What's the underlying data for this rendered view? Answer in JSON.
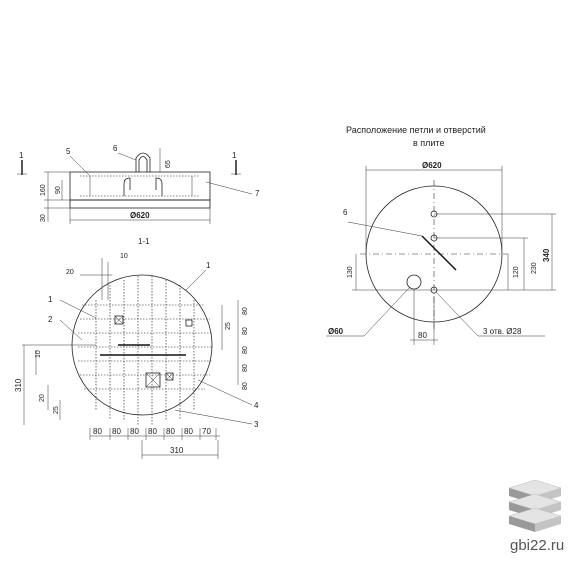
{
  "section_view": {
    "callout_5": "5",
    "callout_6": "6",
    "callout_7": "7",
    "dim_65": "65",
    "dim_160": "160",
    "dim_90": "90",
    "dim_30": "30",
    "dim_diameter": "Ø620",
    "section_mark": "1",
    "section_title": "1-1"
  },
  "plan_view": {
    "callouts": [
      "1",
      "1",
      "2",
      "3",
      "4"
    ],
    "dim_10": "10",
    "dim_20": "20",
    "dim_310_vertical": "310",
    "dim_310_bottom": "310",
    "dim_25_a": "25",
    "dim_25_b": "25",
    "dim_20_left": "20",
    "dim_10_left": "10",
    "bottom_spacings": [
      "80",
      "80",
      "80",
      "80",
      "80",
      "80",
      "70"
    ],
    "right_spacings": [
      "80",
      "80",
      "80",
      "80",
      "80"
    ]
  },
  "loops_view": {
    "title_line1": "Расположение петли и отверстий",
    "title_line2": "в плите",
    "diameter": "Ø620",
    "callout_6": "6",
    "dim_340": "340",
    "dim_230": "230",
    "dim_120": "120",
    "dim_130": "130",
    "dim_80": "80",
    "hole_large": "Ø60",
    "holes_small": "3 отв. Ø28"
  },
  "watermark": {
    "site": "gbi22.ru"
  }
}
